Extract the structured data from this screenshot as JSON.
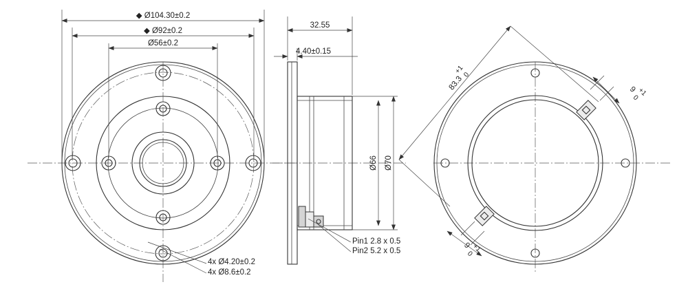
{
  "front_view": {
    "dim_outer": "◆ Ø104.30±0.2",
    "dim_bolt": "◆ Ø92±0.2",
    "dim_inner": "Ø56±0.2",
    "dim_hole_small": "4x Ø4.20±0.2",
    "dim_hole_large": "4x Ø8.6±0.2"
  },
  "side_view": {
    "dim_depth": "32.55",
    "dim_flange": "4.40±0.15",
    "dim_d66": "Ø66",
    "dim_d70": "Ø70",
    "pin1": "Pin1  2.8 x 0.5",
    "pin2": "Pin2  5.2 x 0.5"
  },
  "rear_view": {
    "dim_diag_value": "83.3",
    "dim_diag_tol_upper": "+1",
    "dim_diag_tol_lower": "0",
    "dim_terminal_value": "9",
    "dim_terminal_tol_upper": "+1",
    "dim_terminal_tol_lower": "0",
    "dim_terminal2_value": "9",
    "dim_terminal2_tol_upper": "+1",
    "dim_terminal2_tol_lower": "0"
  }
}
